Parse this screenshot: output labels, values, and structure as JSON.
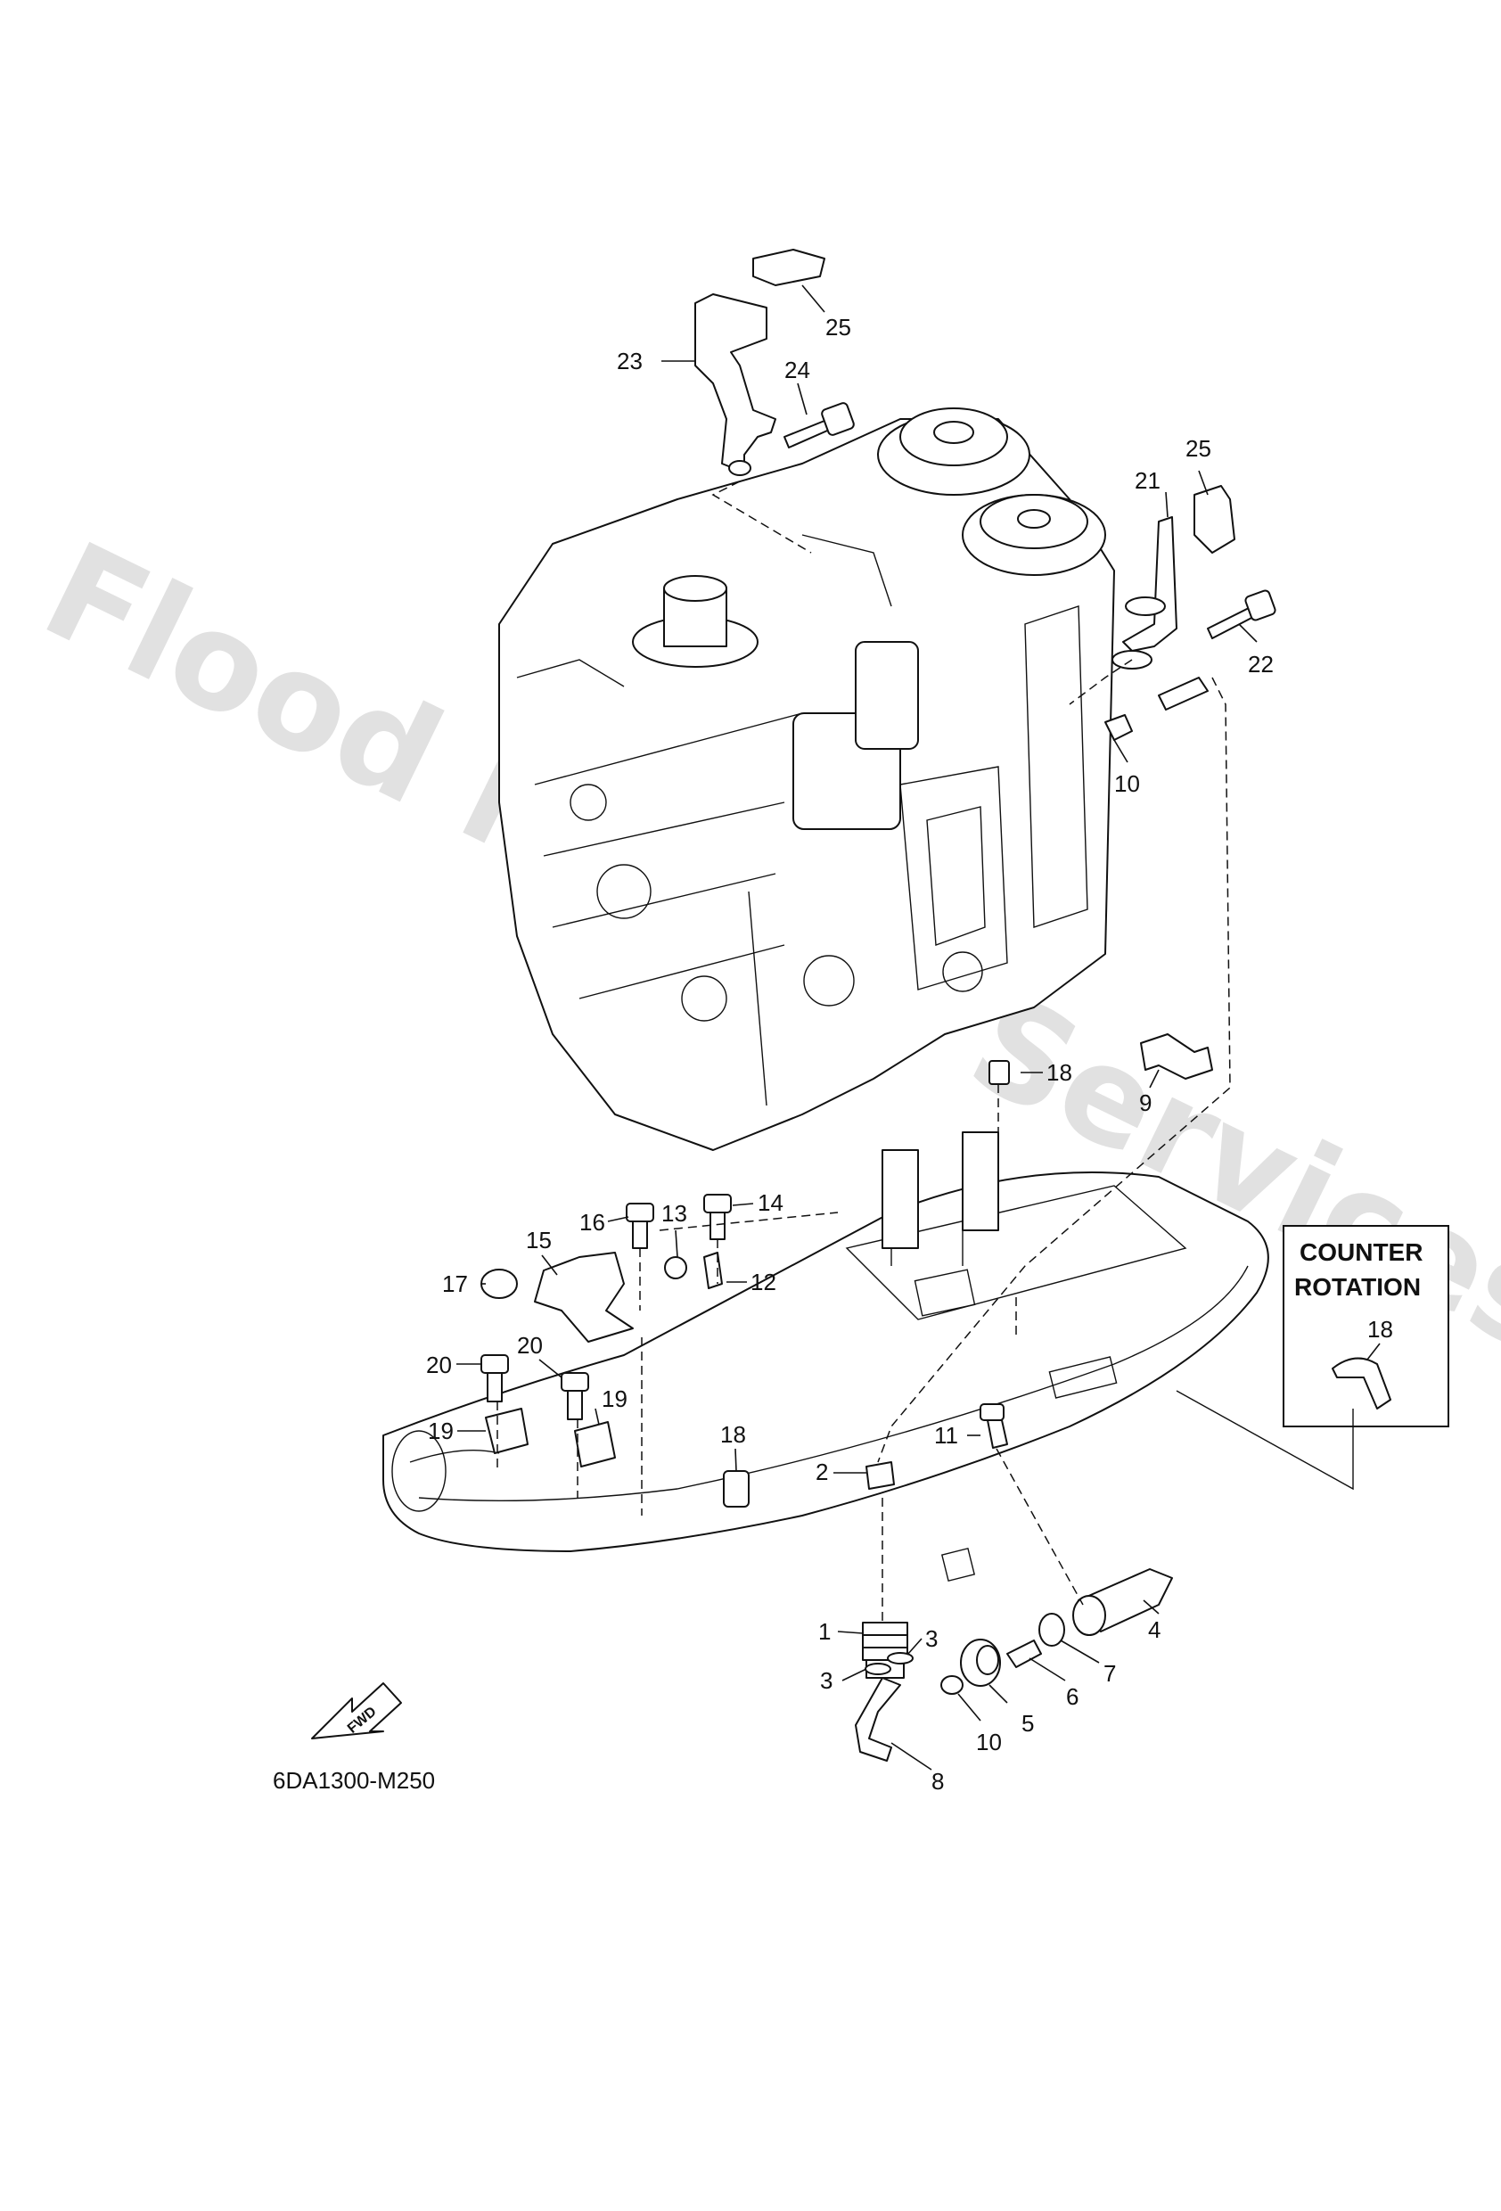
{
  "watermark": "Flood Marine Services",
  "diagram_code": "6DA1300-M250",
  "fwd_label": "FWD",
  "counter_rotation": {
    "line1": "COUNTER",
    "line2": "ROTATION",
    "part": "18"
  },
  "callouts": {
    "c1": "1",
    "c2": "2",
    "c3a": "3",
    "c3b": "3",
    "c4": "4",
    "c5": "5",
    "c6": "6",
    "c7": "7",
    "c8": "8",
    "c9": "9",
    "c10a": "10",
    "c10b": "10",
    "c11": "11",
    "c12": "12",
    "c13": "13",
    "c14": "14",
    "c15": "15",
    "c16": "16",
    "c17": "17",
    "c18a": "18",
    "c18b": "18",
    "c19a": "19",
    "c19b": "19",
    "c20a": "20",
    "c20b": "20",
    "c21": "21",
    "c22": "22",
    "c23": "23",
    "c24": "24",
    "c25a": "25",
    "c25b": "25"
  }
}
